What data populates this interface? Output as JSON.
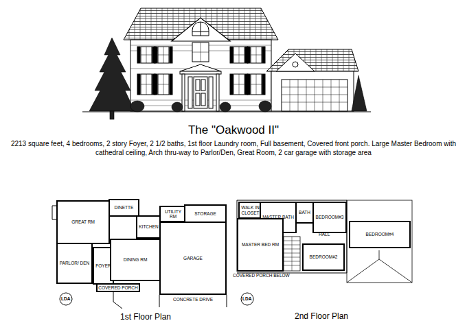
{
  "diagram": {
    "title": "The \"Oakwood II\"",
    "caption": "2213 square feet, 4 bedrooms, 2 story Foyer, 2 1/2 baths, 1st floor Laundry room, Full basement, Covered front porch. Large Master Bedroom with cathedral ceiling, Arch thru-way to Parlor/Den, Great Room, 2 car garage with storage area",
    "nodes": [
      {
        "text": [
          "GREAT RM"
        ]
      },
      {
        "text": [
          "DINETTE"
        ]
      },
      {
        "text": [
          "KITCHEN"
        ]
      },
      {
        "text": [
          "UTILITY RM"
        ]
      },
      {
        "text": [
          "STORAGE"
        ]
      },
      {
        "text": [
          "PARLOR/ DEN"
        ]
      },
      {
        "text": [
          "FOYER"
        ]
      },
      {
        "text": [
          "DINING RM"
        ]
      },
      {
        "text": [
          "GARAGE"
        ]
      },
      {
        "text": [
          "COVERED PORCH"
        ]
      },
      {
        "text": [
          "WALK IN CLOSET"
        ]
      },
      {
        "text": [
          "MASTER BATH"
        ]
      },
      {
        "text": [
          "BATH"
        ]
      },
      {
        "text": [
          "BEDROOM#3"
        ]
      },
      {
        "text": [
          "MASTER BED RM"
        ]
      },
      {
        "text": [
          "BEDROOM#2"
        ]
      },
      {
        "text": [
          "BEDROOM#4"
        ]
      }
    ],
    "labels": [
      "CONCRETE DRIVE",
      "HALL",
      "COVERED PORCH BELOW",
      "1st Floor Plan",
      "2nd Floor Plan",
      "LDA",
      "LDA"
    ]
  }
}
